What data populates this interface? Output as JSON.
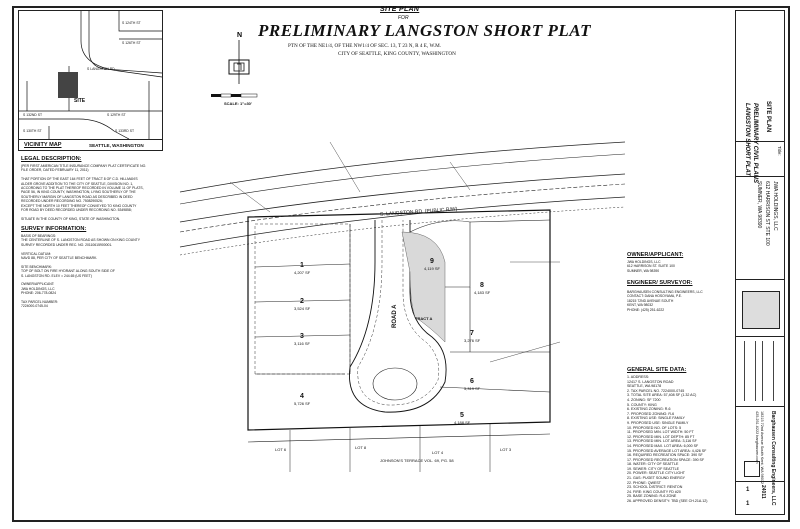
{
  "header": {
    "site_plan": "SITE PLAN",
    "for": "FOR",
    "main_title": "PRELIMINARY LANGSTON SHORT PLAT",
    "sub1": "PTN OF THE NE1/4, OF THE NW1/4 OF SEC. 13, T 23 N, R 4 E, W.M.",
    "sub2": "CITY OF SEATTLE, KING COUNTY, WASHINGTON",
    "scale": "SCALE: 1\"=30'"
  },
  "vicinity": {
    "title": "VICINITY MAP",
    "location": "SEATTLE, WASHINGTON",
    "site_label": "SITE",
    "streets": [
      "S 124TH ST",
      "S 126TH ST",
      "S LANGSTON RD",
      "S 132ND ST",
      "S 129TH ST",
      "S 130TH ST",
      "S 133RD ST"
    ]
  },
  "legal": {
    "title": "LEGAL DESCRIPTION:",
    "lines": [
      "(PER FIRST AMERICAN TITLE INSURANCE COMPANY PLAT CERTIFICATE NO.",
      "FILE ORDER, DATED FEBRUARY 11, 2011)",
      "",
      "THAT PORTION OF THE EAST 164 FEET OF TRACT 8 OF C.D. HILLMAN'S",
      "ALDER GROVE ADDITION TO THE CITY OF SEATTLE, DIVISION NO. 1,",
      "ACCORDING TO THE PLAT THEREOF RECORDED IN VOLUME 11 OF PLATS,",
      "PAGE 56, IN KING COUNTY, WASHINGTON, LYING SOUTHERLY OF THE",
      "SOUTHERLY MARGIN OF LANGSTON ROAD AS DESCRIBED IN DEED",
      "RECORDED UNDER RECORDING NO. 7508290526;",
      "EXCEPT THE NORTH 10 FEET THEREOF CONVEYED TO KING COUNTY",
      "FOR ROAD BY DEED RECORDED UNDER RECORDING NO. 5349858;",
      "",
      "SITUATE IN THE COUNTY OF KING, STATE OF WASHINGTON."
    ]
  },
  "survey": {
    "title": "SURVEY INFORMATION:",
    "lines": [
      "BASIS OF BEARINGS:",
      "THE CENTERLINE OF S. LANGSTON ROAD AS SHOWN ON KING COUNTY",
      "SURVEY RECORDED UNDER REC. NO. 20110615900001.",
      "",
      "VERTICAL DATUM:",
      "NAVD 88, PER CITY OF SEATTLE BENCHMARK.",
      "",
      "SITE BENCHMARK:",
      "TOP OF BOLT ON FIRE HYDRANT ALONG SOUTH SIDE OF",
      "S. LANGSTON RD. ELEV = 244.65 (US FEET)",
      "",
      "OWNER/APPLICANT:",
      "JWA HOLDINGS, LLC",
      "PHONE: 206-778-0824",
      "",
      "TAX PARCEL NUMBER:",
      "7224000-0745-04"
    ]
  },
  "owner": {
    "title": "OWNER/APPLICANT:",
    "lines": [
      "JWA HOLDINGS, LLC",
      "612 HARRISON ST. SUITE 100",
      "SUMNER, WA 98390"
    ]
  },
  "engineer": {
    "title": "ENGINEER/ SURVEYOR:",
    "lines": [
      "BARGHAUSEN CONSULTING ENGINEERS, LLC",
      "CONTACT: DANA HOSOYAMA, P.E.",
      "18215 72ND AVENUE SOUTH",
      "KENT, WA 98032",
      "PHONE: (425) 251-6222"
    ]
  },
  "site_data": {
    "title": "GENERAL SITE DATA:",
    "lines": [
      "1.  ADDRESS:",
      "    12417 S. LANGSTON ROAD",
      "    SEATTLE, WA 98178",
      "2.  TAX PARCEL NO. 7224000-0745",
      "3.  TOTAL SITE AREA: 57,408 SF (1.32 AC)",
      "4.  ZONING: SF 7200",
      "5.  COUNTY: KING",
      "6.  EXISTING ZONING: R-6",
      "7.  PROPOSED ZONING: R-6",
      "8.  EXISTING USE: SINGLE FAMILY",
      "9.  PROPOSED USE: SINGLE FAMILY",
      "10. PROPOSED NO. OF LOTS: 5",
      "11. PROPOSED MIN. LOT WIDTH: 50 FT",
      "12. PROPOSED MIN. LOT DEPTH: 85 FT",
      "13. PROPOSED MIN. LOT AREA: 3,116 SF",
      "14. PROPOSED MAX. LOT AREA: 6,000 SF",
      "15. PROPOSED AVERAGE LOT AREA: 4,426 SF",
      "16. REQUIRED RECREATION SPACE: 390 SF",
      "17. PROPOSED RECREATION SPACE: 390 SF",
      "18. WATER: CITY OF SEATTLE",
      "19. SEWER: CITY OF SEATTLE",
      "20. POWER: SEATTLE CITY LIGHT",
      "21. GAS: PUGET SOUND ENERGY",
      "22. PHONE: QWEST",
      "23. SCHOOL DISTRICT: RENTON",
      "24. FIRE: KING COUNTY FD #20",
      "25. BASE ZONING: R-6 ZONE",
      "26. APPROVED DENSITY: TBD (SEE CH.21A.12)"
    ]
  },
  "title_block": {
    "site_plan": "SITE PLAN",
    "title_line1": "PRELIMINARY CIVIL PLANS",
    "title_line2": "LANGSTON SHORT PLAT",
    "client_line1": "JWA HOLDINGS, LLC",
    "client_line2": "612 HARRISON ST STE 100",
    "client_line3": "SUMNER, WA 98390",
    "firm_name": "Barghausen Consulting Engineers, LLC",
    "firm_address": "18215 72nd Avenue South Kent, WA 98032 425.251.6222 barghausen.com",
    "sheet_number": "24011",
    "sheet": "1",
    "of": "1",
    "title_label": "Title:"
  },
  "plan_labels": {
    "road": "ROAD A",
    "langston_rd": "S. LANGSTON RD. (PUBLIC R/W)",
    "lot1": "1",
    "lot1_area": "4,207 SF",
    "lot2": "2",
    "lot2_area": "3,524 SF",
    "lot3": "3",
    "lot3_area": "3,116 SF",
    "lot4": "4",
    "lot4_area": "5,726 SF",
    "lot5": "5",
    "lot5_area": "4,188 SF",
    "lot6": "6",
    "lot6_area": "5,319 SF",
    "lot7": "7",
    "lot7_area": "3,276 SF",
    "lot8": "8",
    "lot8_area": "4,183 SF",
    "lot9": "9",
    "lot9_area": "4,119 SF",
    "tract_a": "TRACT A",
    "lot_6_below": "LOT 6",
    "lot_8_below": "LOT 8",
    "lot_4_below": "LOT 4",
    "lot_3_below": "LOT 3",
    "johnsons_terrace": "JOHNSON'S TERRACE VOL. 69, PG. 58"
  }
}
